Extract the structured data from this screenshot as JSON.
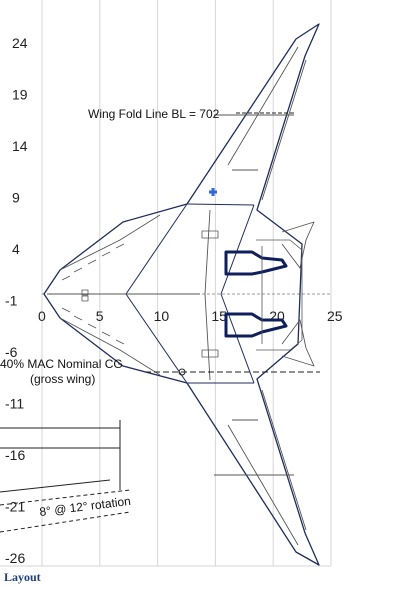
{
  "chart_data": {
    "type": "diagram-over-grid",
    "x_ticks": [
      "0",
      "5",
      "10",
      "15",
      "20",
      "25"
    ],
    "y_ticks": [
      "24",
      "19",
      "14",
      "9",
      "4",
      "-1",
      "-6",
      "-11",
      "-16",
      "-21",
      "-26"
    ],
    "xlim": [
      0,
      25
    ],
    "ylim": [
      -26,
      24
    ],
    "grid": "vertical lines only",
    "annotations": {
      "wing_fold": "Wing Fold Line BL = 702",
      "cg_line1": "40% MAC Nominal CG",
      "cg_line2": "(gross wing)",
      "rotation": "8° @ 12° rotation",
      "corner_label": "Layout"
    }
  },
  "colors": {
    "outline_dark": "#1f2d5c",
    "outline_gray": "#555555",
    "nacelle": "#0f1f5c",
    "marker": "#2f6bd6",
    "corner_label": "#1f3f7a"
  },
  "icons": {
    "marker": "cg-marker-icon"
  }
}
